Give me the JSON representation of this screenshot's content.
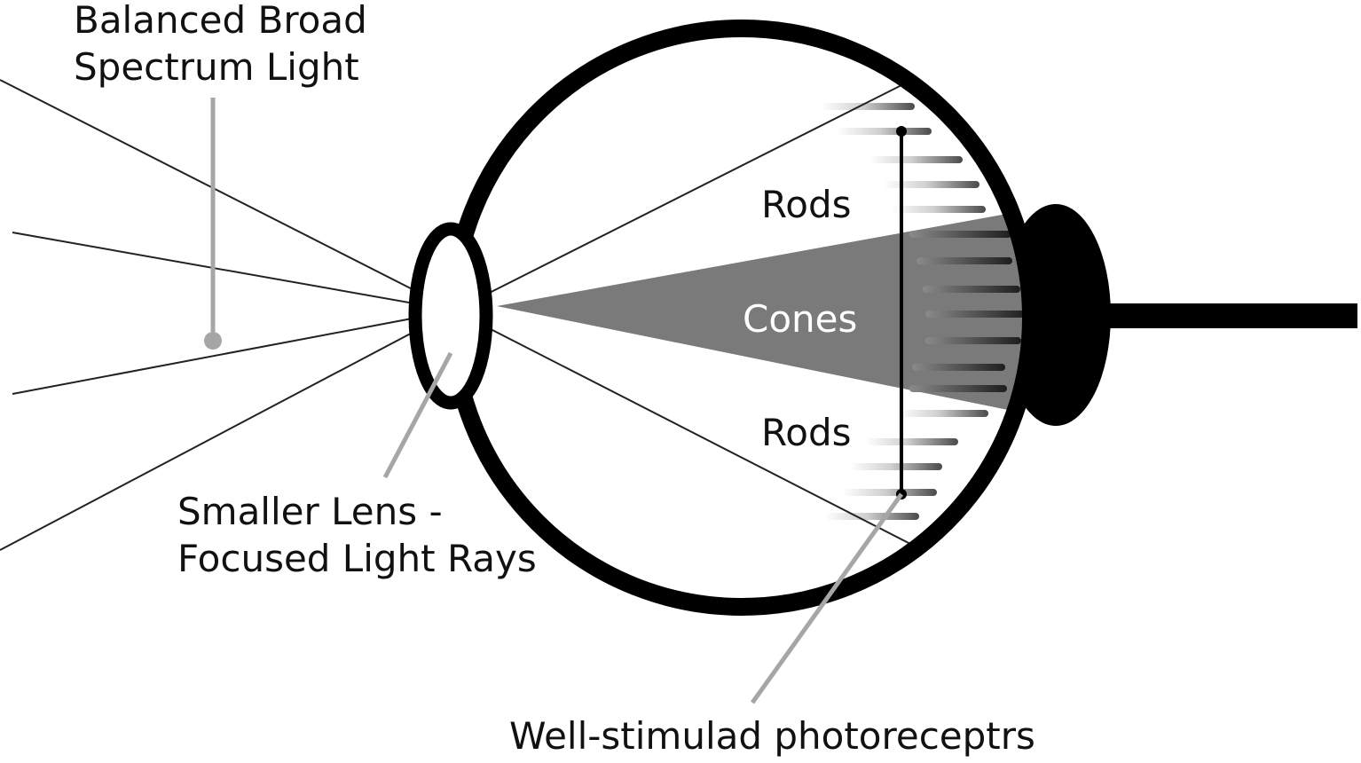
{
  "labels": {
    "light_line1": "Balanced Broad",
    "light_line2": "Spectrum Light",
    "rods_top": "Rods",
    "cones": "Cones",
    "rods_bottom": "Rods",
    "lens_line1": "Smaller Lens -",
    "lens_line2": "Focused Light Rays",
    "photoreceptors": "Well-stimulad photoreceptrs"
  },
  "colors": {
    "outline": "#000000",
    "cone_beam": "#7a7a7a",
    "pointer": "#a6a6a6",
    "ray": "#222222",
    "background": "#ffffff"
  }
}
